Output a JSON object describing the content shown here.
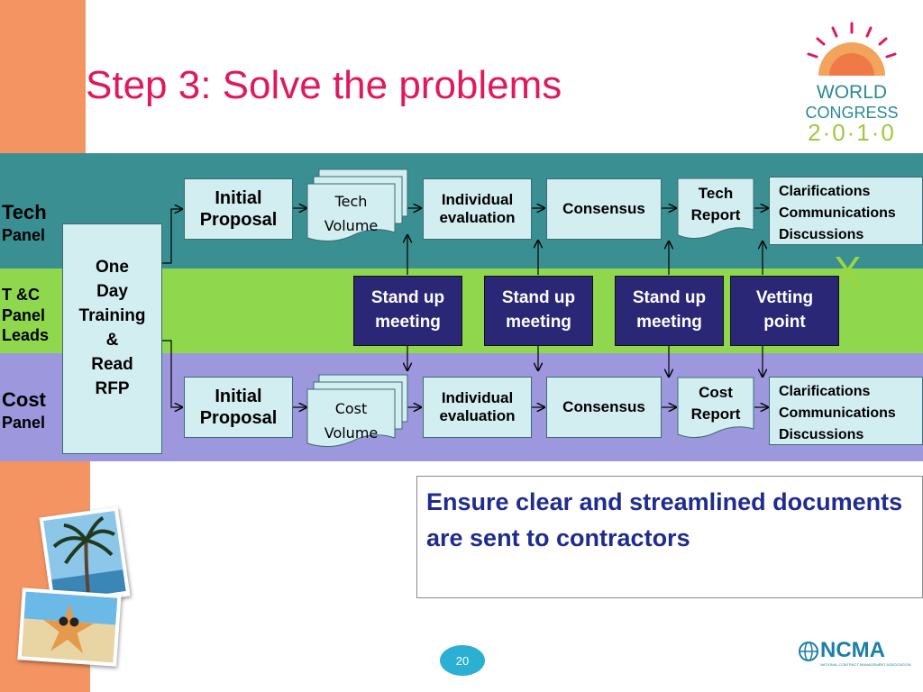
{
  "title": "Step 3: Solve the problems",
  "rows": {
    "tech": {
      "line1": "Tech",
      "line2": "Panel"
    },
    "tc": {
      "line1": "T &C",
      "line2": "Panel",
      "line3": "Leads"
    },
    "cost": {
      "line1": "Cost",
      "line2": "Panel"
    }
  },
  "training": [
    "One",
    "Day",
    "Training",
    "&",
    "Read",
    "RFP"
  ],
  "tech_row": {
    "initial_proposal": [
      "Initial",
      "Proposal"
    ],
    "volume": [
      "Tech",
      "Volume"
    ],
    "individual_evaluation": [
      "Individual",
      "evaluation"
    ],
    "consensus": "Consensus",
    "report": [
      "Tech",
      "Report"
    ],
    "clarifications": [
      "Clarifications",
      "Communications",
      "Discussions"
    ]
  },
  "meetings": [
    [
      "Stand up",
      "meeting"
    ],
    [
      "Stand up",
      "meeting"
    ],
    [
      "Stand up",
      "meeting"
    ],
    [
      "Vetting",
      "point"
    ]
  ],
  "cost_row": {
    "initial_proposal": [
      "Initial",
      "Proposal"
    ],
    "volume": [
      "Cost",
      "Volume"
    ],
    "individual_evaluation": [
      "Individual",
      "evaluation"
    ],
    "consensus": "Consensus",
    "report": [
      "Cost",
      "Report"
    ],
    "clarifications": [
      "Clarifications",
      "Communications",
      "Discussions"
    ]
  },
  "marker": "X",
  "callout": "Ensure clear and streamlined documents are sent to contractors",
  "page_number": "20",
  "logo": {
    "line1": "WORLD",
    "line2": "CONGRESS",
    "year": "2·0·1·0"
  },
  "ncma": {
    "name": "NCMA",
    "subtitle": "NATIONAL CONTRACT MANAGEMENT ASSOCIATION"
  },
  "colors": {
    "title": "#e0195c",
    "tech_band": "#3a8f93",
    "tc_band": "#8fd84e",
    "cost_band": "#9d98de",
    "meeting_box": "#2a2777",
    "callout_text": "#1f2c8f",
    "stripe": "#f39462"
  }
}
